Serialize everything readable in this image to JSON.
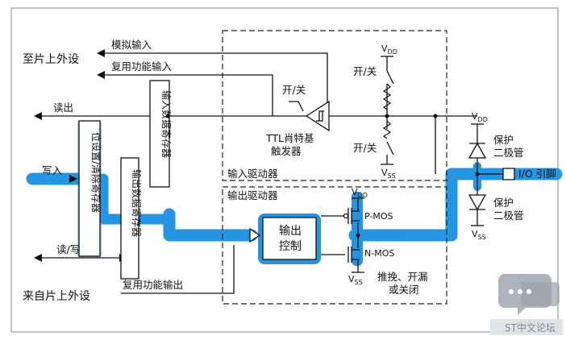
{
  "labels": {
    "to_peripheral": "至片上外设",
    "from_peripheral": "来自片上外设",
    "analog_input": "模拟输入",
    "alt_func_input": "复用功能输入",
    "alt_func_output": "复用功能输出",
    "read_out": "读出",
    "write_in": "写入",
    "read_write": "读/写",
    "bit_set_reset_reg": "位设置/清除寄存器",
    "input_data_reg": "输入数据寄存器",
    "output_data_reg": "输出数据寄存器",
    "on_off_1": "开/关",
    "on_off_2": "开/关",
    "on_off_3": "开/关",
    "ttl_schmitt_1": "TTL肖特基",
    "ttl_schmitt_2": "触发器",
    "input_driver": "输入驱动器",
    "output_driver": "输出驱动器",
    "output_control_1": "输出",
    "output_control_2": "控制",
    "p_mos": "P-MOS",
    "n_mos": "N-MOS",
    "push_pull_1": "推挽、开漏",
    "push_pull_2": "或关闭",
    "protect_1a": "保护",
    "protect_1b": "二极管",
    "protect_2a": "保护",
    "protect_2b": "二极管",
    "io_pin": "I/O 引脚",
    "vdd_main": "V",
    "vdd_sub": "DD",
    "vss_sub": "SS",
    "figure_id": "ai14781",
    "watermark": "ST中文论坛"
  },
  "colors": {
    "highlight": "#1a8fe0",
    "line": "#111111",
    "frame": "#9a9a9a",
    "watermark_bg": "#c9cdd3"
  }
}
